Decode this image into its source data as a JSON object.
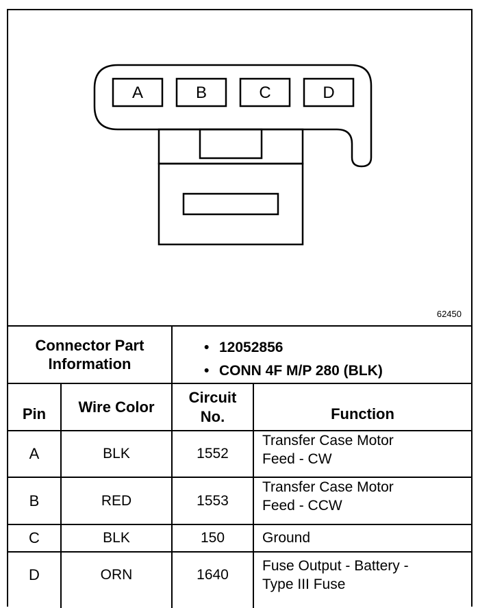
{
  "diagram": {
    "pins": [
      "A",
      "B",
      "C",
      "D"
    ],
    "figure_number": "62450"
  },
  "part_info": {
    "header": [
      "Connector Part",
      "Information"
    ],
    "items": [
      "12052856",
      "CONN 4F M/P 280 (BLK)"
    ]
  },
  "table": {
    "headers": {
      "pin": "Pin",
      "wire_color": "Wire Color",
      "circuit": [
        "Circuit",
        "No."
      ],
      "function": "Function"
    },
    "rows": [
      {
        "pin": "A",
        "wire_color": "BLK",
        "circuit": "1552",
        "function": [
          "Transfer Case Motor",
          "Feed - CW"
        ]
      },
      {
        "pin": "B",
        "wire_color": "RED",
        "circuit": "1553",
        "function": [
          "Transfer Case Motor",
          "Feed - CCW"
        ]
      },
      {
        "pin": "C",
        "wire_color": "BLK",
        "circuit": "150",
        "function": [
          "Ground"
        ]
      },
      {
        "pin": "D",
        "wire_color": "ORN",
        "circuit": "1640",
        "function": [
          "Fuse Output - Battery -",
          "Type III Fuse"
        ]
      }
    ]
  }
}
